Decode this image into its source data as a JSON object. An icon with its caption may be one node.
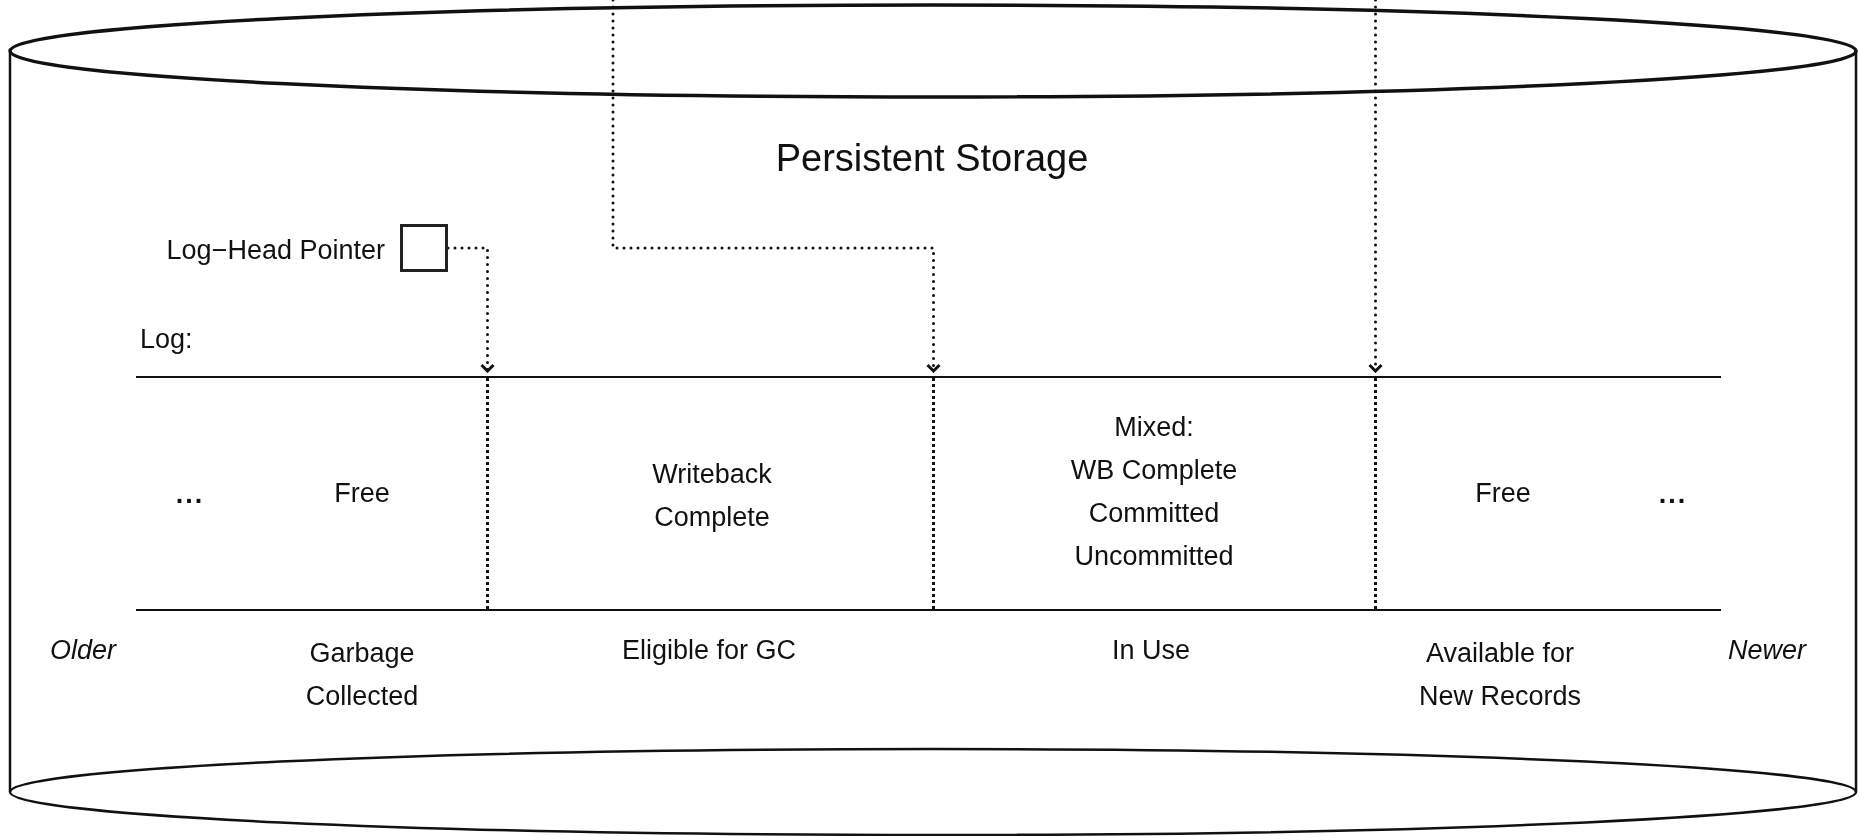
{
  "diagram": {
    "nodes": [
      {
        "text": [
          "Persistent Storage"
        ]
      },
      {
        "text": [],
        "shape": "box",
        "in": 0,
        "beside": [
          "Log−Head Pointer"
        ]
      },
      {
        "text": [
          "Log:"
        ],
        "in": 0
      },
      {
        "text": [
          "Free"
        ],
        "in": 2
      },
      {
        "text": [
          "Writeback Complete"
        ],
        "in": 2
      },
      {
        "text": [
          "Mixed:",
          "WB Complete",
          "Committed",
          "Uncommitted"
        ],
        "in": 2
      },
      {
        "text": [
          "Free"
        ],
        "in": 2
      }
    ],
    "edges": [
      {
        "from": 1,
        "to": 4,
        "arrow": "to"
      },
      {
        "from": null,
        "to": 5,
        "arrow": "to"
      },
      {
        "from": null,
        "to": 6,
        "arrow": "to"
      }
    ],
    "labels": [
      "...",
      "...",
      "Older",
      "Garbage Collected",
      "Eligible for GC",
      "In Use",
      "Available for New Records",
      "Newer"
    ]
  }
}
